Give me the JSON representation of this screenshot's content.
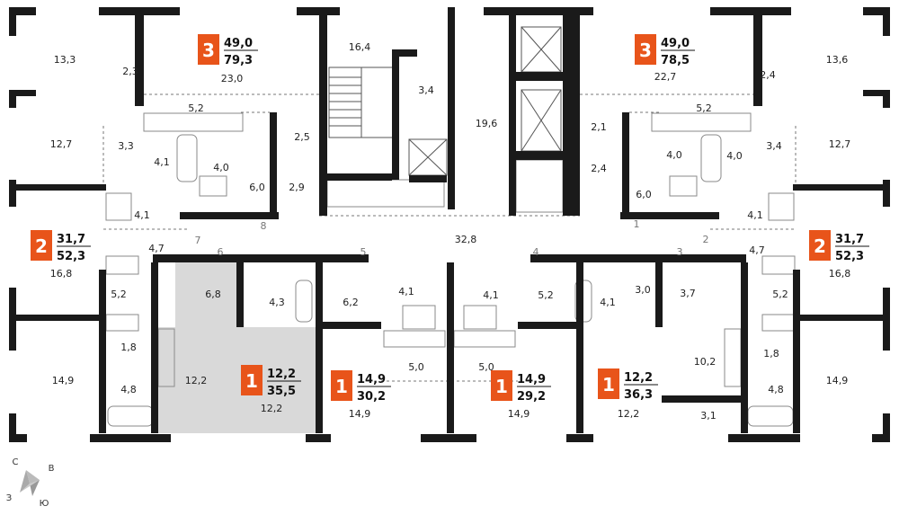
{
  "colors": {
    "wall": "#1a1a1a",
    "badge": "#e8541a",
    "highlight": "#d9d9d9",
    "fixture": "#8a8a8a"
  },
  "room_areas": [
    "13,3",
    "2,3",
    "23,0",
    "16,4",
    "3,4",
    "19,6",
    "22,7",
    "2,4",
    "13,6",
    "5,2",
    "5,2",
    "3,3",
    "4,1",
    "4,0",
    "2,5",
    "2,1",
    "2,4",
    "4,0",
    "4,0",
    "3,4",
    "12,7",
    "12,7",
    "6,0",
    "2,9",
    "6,0",
    "4,1",
    "4,1",
    "4,7",
    "4,7",
    "32,8",
    "16,8",
    "16,8",
    "5,2",
    "5,2",
    "6,8",
    "4,3",
    "6,2",
    "4,1",
    "4,1",
    "5,2",
    "4,1",
    "3,0",
    "3,7",
    "1,8",
    "1,8",
    "4,8",
    "4,8",
    "14,9",
    "14,9",
    "12,2",
    "12,2",
    "5,0",
    "5,0",
    "14,9",
    "14,9",
    "12,2",
    "10,2",
    "3,1"
  ],
  "door_numbers": [
    "8",
    "7",
    "6",
    "5",
    "4",
    "1",
    "2",
    "3"
  ],
  "apartments": [
    {
      "rooms": "3",
      "living": "49,0",
      "total": "79,3"
    },
    {
      "rooms": "3",
      "living": "49,0",
      "total": "78,5"
    },
    {
      "rooms": "2",
      "living": "31,7",
      "total": "52,3"
    },
    {
      "rooms": "2",
      "living": "31,7",
      "total": "52,3"
    },
    {
      "rooms": "1",
      "living": "12,2",
      "total": "35,5"
    },
    {
      "rooms": "1",
      "living": "14,9",
      "total": "30,2"
    },
    {
      "rooms": "1",
      "living": "14,9",
      "total": "29,2"
    },
    {
      "rooms": "1",
      "living": "12,2",
      "total": "36,3"
    }
  ],
  "compass": {
    "north": "С",
    "east": "В",
    "west": "З",
    "south": "Ю"
  }
}
